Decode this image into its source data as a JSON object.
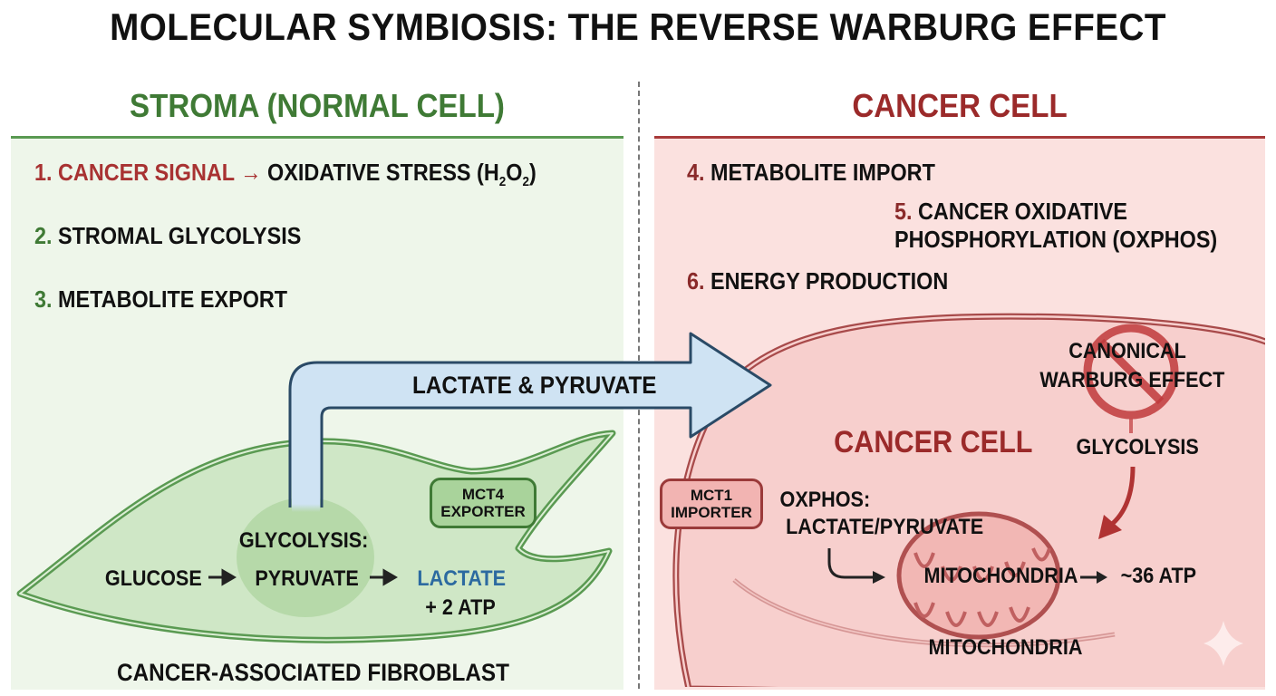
{
  "title": "MOLECULAR SYMBIOSIS: THE REVERSE WARBURG EFFECT",
  "left_panel": {
    "header": "STROMA (NORMAL CELL)",
    "steps": [
      {
        "num": "1.",
        "text": "CANCER SIGNAL",
        "arrow": "→",
        "result": "OXIDATIVE STRESS (H",
        "sub1": "2",
        "mid": "O",
        "sub2": "2",
        "close": ")"
      },
      {
        "num": "2.",
        "text": "STROMAL GLYCOLYSIS"
      },
      {
        "num": "3.",
        "text": "METABOLITE EXPORT"
      }
    ],
    "cell": {
      "glycolysis_label": "GLYCOLYSIS:",
      "glucose": "GLUCOSE",
      "pyruvate": "PYRUVATE",
      "lactate": "LACTATE",
      "atp": "+ 2 ATP",
      "transporter_name": "MCT4",
      "transporter_role": "EXPORTER",
      "caption": "CANCER-ASSOCIATED FIBROBLAST"
    }
  },
  "flow_arrow": {
    "label": "LACTATE & PYRUVATE"
  },
  "right_panel": {
    "header": "CANCER CELL",
    "steps": [
      {
        "num": "4.",
        "text": "METABOLITE IMPORT"
      },
      {
        "num": "5.",
        "text": "CANCER OXIDATIVE",
        "text2": "PHOSPHORYLATION (OXPHOS)"
      },
      {
        "num": "6.",
        "text": "ENERGY PRODUCTION"
      }
    ],
    "cell": {
      "cell_label": "CANCER CELL",
      "canonical_line1": "CANONICAL",
      "canonical_line2": "WARBURG EFFECT",
      "glycolysis": "GLYCOLYSIS",
      "transporter_name": "MCT1",
      "transporter_role": "IMPORTER",
      "oxphos_line1": "OXPHOS:",
      "oxphos_line2": "LACTATE/PYRUVATE",
      "mito_inner": "MITOCHONDRIA",
      "mito_caption": "MITOCHONDRIA",
      "atp": "~36 ATP"
    }
  },
  "colors": {
    "stroma_green": "#3f7a35",
    "cancer_red": "#9b2a2a",
    "arrow_blue": "#cfe3f3",
    "lactate_blue": "#2c6aa0"
  }
}
